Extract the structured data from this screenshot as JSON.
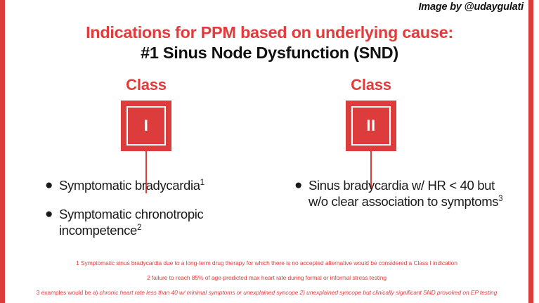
{
  "slide": {
    "attribution": "Image by @udaygulati",
    "title_line1": "Indications for PPM based on underlying cause:",
    "title_line2": "#1 Sinus Node Dysfunction (SND)",
    "accent_color": "#dc3c3c",
    "title_color": "#e13b3b",
    "body_color": "#1a1a1a"
  },
  "columns": [
    {
      "class_label": "Class",
      "numeral": "I",
      "bullets": [
        {
          "text": "Symptomatic bradycardia",
          "sup": "1"
        },
        {
          "text": "Symptomatic chronotropic incompetence",
          "sup": "2"
        }
      ]
    },
    {
      "class_label": "Class",
      "numeral": "II",
      "bullets": [
        {
          "text": "Sinus bradycardia w/ HR < 40 but w/o clear association to symptoms",
          "sup": "3"
        }
      ]
    }
  ],
  "footnotes": [
    {
      "lead": "1 Symptomatic sinus bradycardia due to a long-term drug therapy for which there is no accepted alternative would be considered a Class I indication",
      "italic": ""
    },
    {
      "lead": "2 failure to reach 85% of age-predicted max heart rate during formal or informal stress testing",
      "italic": ""
    },
    {
      "lead": "3 examples would be a) ",
      "italic": "chronic heart rate less than 40 w/ minimal symptoms or unexplained syncope 2) unexplained syncope but clinically significant SND provoked on EP testing"
    }
  ]
}
